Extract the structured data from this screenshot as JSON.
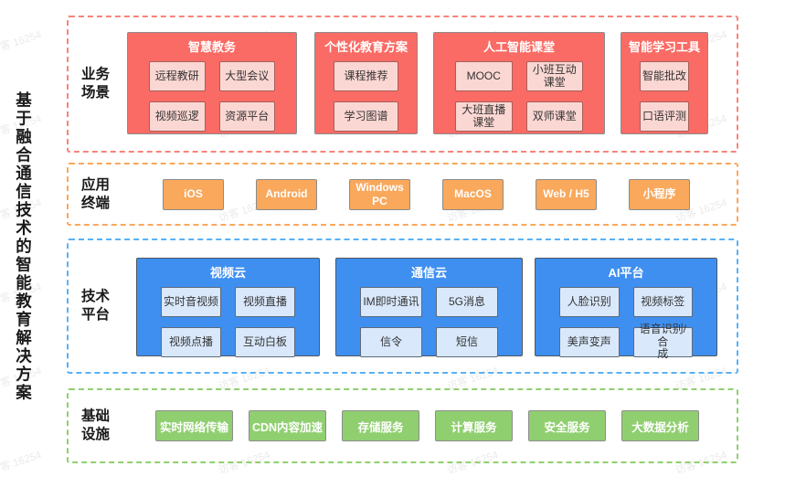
{
  "diagram_title": "基于融合通信技术的智能教育解决方案",
  "watermark": {
    "text": "访客 16254"
  },
  "colors": {
    "red_group": "#f96b64",
    "red_chip": "#fbd7d3",
    "red_dash": "#f8837b",
    "orange_box": "#f9a85c",
    "orange_dash": "#f9a85c",
    "blue_group": "#3f8ff0",
    "blue_chip": "#d9e8fb",
    "blue_dash": "#58b1f6",
    "green_box": "#90cf70",
    "green_dash": "#90cf70"
  },
  "sections": {
    "business": {
      "label": "业务\n场景",
      "groups": [
        {
          "title": "智慧教务",
          "items": [
            "远程教研",
            "大型会议",
            "视频巡逻",
            "资源平台"
          ]
        },
        {
          "title": "个性化教育方案",
          "items": [
            "课程推荐",
            "学习图谱"
          ]
        },
        {
          "title": "人工智能课堂",
          "items": [
            "MOOC",
            "小班互动\n课堂",
            "大班直播\n课堂",
            "双师课堂"
          ]
        },
        {
          "title": "智能学习工具",
          "items": [
            "智能批改",
            "口语评测"
          ]
        }
      ]
    },
    "terminal": {
      "label": "应用\n终端",
      "items": [
        "iOS",
        "Android",
        "Windows\nPC",
        "MacOS",
        "Web / H5",
        "小程序"
      ]
    },
    "tech": {
      "label": "技术\n平台",
      "groups": [
        {
          "title": "视频云",
          "items": [
            "实时音视频",
            "视频直播",
            "视频点播",
            "互动白板"
          ]
        },
        {
          "title": "通信云",
          "items": [
            "IM即时通讯",
            "5G消息",
            "信令",
            "短信"
          ]
        },
        {
          "title": "AI平台",
          "items": [
            "人脸识别",
            "视频标签",
            "美声变声",
            "语音识别/合\n成"
          ]
        }
      ]
    },
    "infra": {
      "label": "基础\n设施",
      "items": [
        "实时网络传输",
        "CDN内容加速",
        "存储服务",
        "计算服务",
        "安全服务",
        "大数据分析"
      ]
    }
  }
}
